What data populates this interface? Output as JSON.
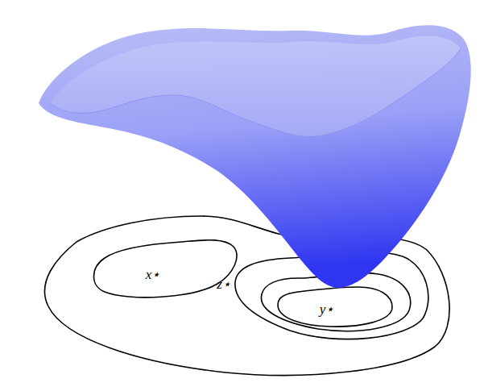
{
  "diagram": {
    "labels": [
      "x⋆",
      "z⋆",
      "y⋆"
    ]
  }
}
